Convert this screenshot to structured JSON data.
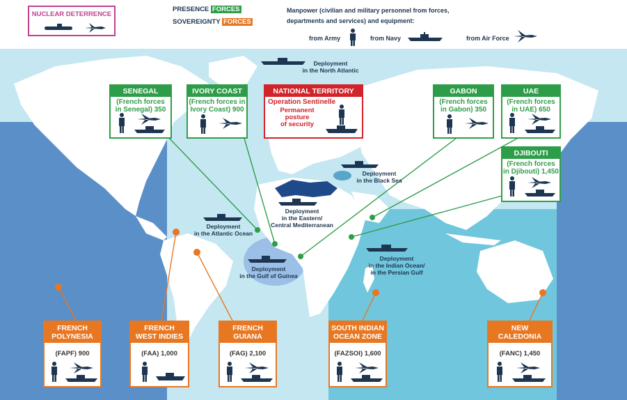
{
  "legend": {
    "nuclear": "NUCLEAR DETERRENCE",
    "presence_word": "PRESENCE",
    "presence_tag": "FORCES",
    "sovereignty_word": "SOVEREIGNTY",
    "sovereignty_tag": "FORCES",
    "manpower_line1": "Manpower (civilian and military personnel from forces,",
    "manpower_line2": "departments and services) and equipment:",
    "from_army": "from Army",
    "from_navy": "from Navy",
    "from_air": "from Air Force"
  },
  "colors": {
    "presence": "#2e9d49",
    "sovereignty": "#e87722",
    "national": "#d2232a",
    "nuclear": "#c0418f",
    "ocean_dark": "#5a8fc8",
    "ocean_light": "#c5e7f2",
    "indian_ocean": "#70c6dc",
    "land": "#ffffff",
    "icon": "#1d3550"
  },
  "presence": [
    {
      "title": "SENEGAL",
      "sub1": "(French forces",
      "sub2": "in Senegal) 350"
    },
    {
      "title": "IVORY COAST",
      "sub1": "(French forces in",
      "sub2": "Ivory Coast) 900"
    },
    {
      "title": "GABON",
      "sub1": "(French forces",
      "sub2": "in Gabon) 350"
    },
    {
      "title": "UAE",
      "sub1": "(French forces",
      "sub2": "in UAE) 650"
    },
    {
      "title": "DJIBOUTI",
      "sub1": "(French forces",
      "sub2": "in Djibouti) 1,450"
    }
  ],
  "national": {
    "title": "NATIONAL TERRITORY",
    "line1": "Operation Sentinelle",
    "line2": "Permanent",
    "line3": "posture",
    "line4": "of security"
  },
  "sovereignty": [
    {
      "title1": "FRENCH",
      "title2": "POLYNESIA",
      "sub": "(FAPF) 900"
    },
    {
      "title1": "FRENCH",
      "title2": "WEST INDIES",
      "sub": "(FAA) 1,000"
    },
    {
      "title1": "FRENCH",
      "title2": "GUIANA",
      "sub": "(FAG) 2,100"
    },
    {
      "title1": "SOUTH INDIAN",
      "title2": "OCEAN ZONE",
      "sub": "(FAZSOI) 1,600"
    },
    {
      "title1": "NEW",
      "title2": "CALEDONIA",
      "sub": "(FANC) 1,450"
    }
  ],
  "deployments": {
    "north_atlantic": [
      "Deployment",
      "in the North Atlantic"
    ],
    "black_sea": [
      "Deployment",
      "in the Black Sea"
    ],
    "mediterranean": [
      "Deployment",
      "in the Eastern/",
      "Central Mediterranean"
    ],
    "atlantic": [
      "Deployment",
      "in the Atlantic Ocean"
    ],
    "guinea": [
      "Deployment",
      "in the Gulf of Guinea"
    ],
    "indian": [
      "Deployment",
      "in the Indian Ocean/",
      "in the Persian Gulf"
    ]
  }
}
